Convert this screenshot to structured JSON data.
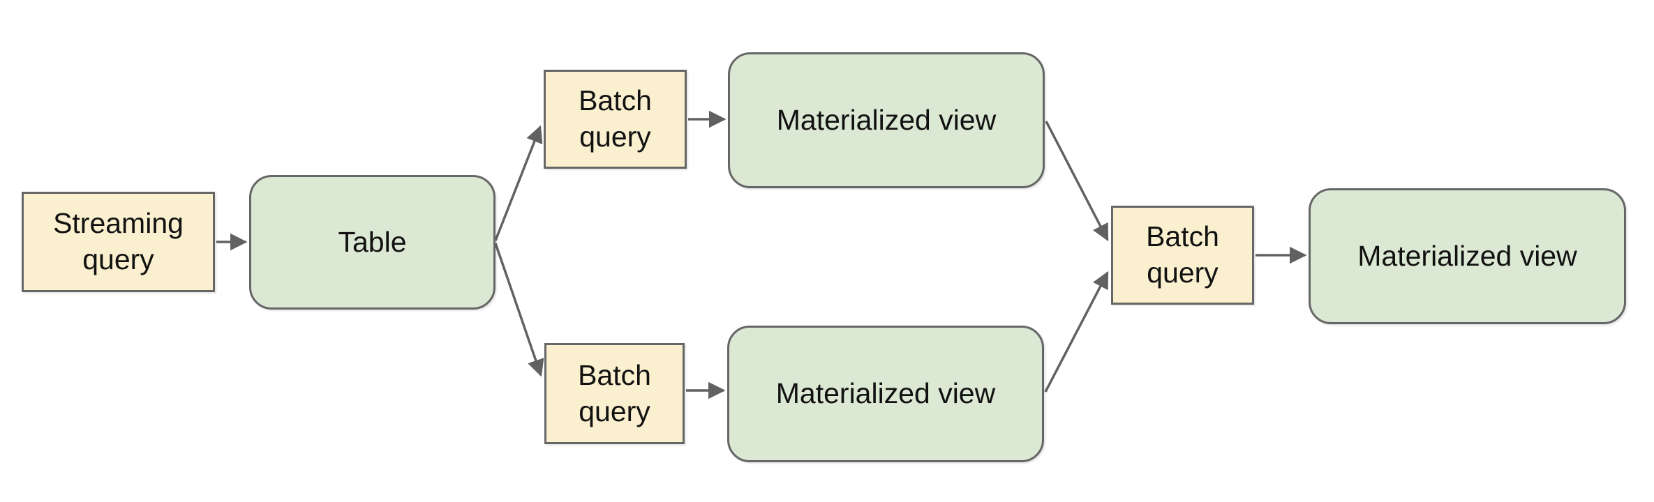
{
  "diagram": {
    "background": "#ffffff",
    "colors": {
      "query_fill": "#faf0cf",
      "entity_fill": "#dbe8d3",
      "border": "#666666",
      "arrow": "#616161",
      "text": "#111111"
    },
    "nodes": [
      {
        "id": "streaming-query",
        "label": "Streaming query",
        "kind": "query"
      },
      {
        "id": "table",
        "label": "Table",
        "kind": "entity"
      },
      {
        "id": "batch-query-top",
        "label": "Batch query",
        "kind": "query"
      },
      {
        "id": "materialized-view-top",
        "label": "Materialized view",
        "kind": "entity"
      },
      {
        "id": "batch-query-bottom",
        "label": "Batch query",
        "kind": "query"
      },
      {
        "id": "materialized-view-bottom",
        "label": "Materialized view",
        "kind": "entity"
      },
      {
        "id": "batch-query-right",
        "label": "Batch query",
        "kind": "query"
      },
      {
        "id": "materialized-view-right",
        "label": "Materialized view",
        "kind": "entity"
      }
    ],
    "edges": [
      {
        "from": "streaming-query",
        "to": "table"
      },
      {
        "from": "table",
        "to": "batch-query-top"
      },
      {
        "from": "table",
        "to": "batch-query-bottom"
      },
      {
        "from": "batch-query-top",
        "to": "materialized-view-top"
      },
      {
        "from": "batch-query-bottom",
        "to": "materialized-view-bottom"
      },
      {
        "from": "materialized-view-top",
        "to": "batch-query-right"
      },
      {
        "from": "materialized-view-bottom",
        "to": "batch-query-right"
      },
      {
        "from": "batch-query-right",
        "to": "materialized-view-right"
      }
    ]
  }
}
